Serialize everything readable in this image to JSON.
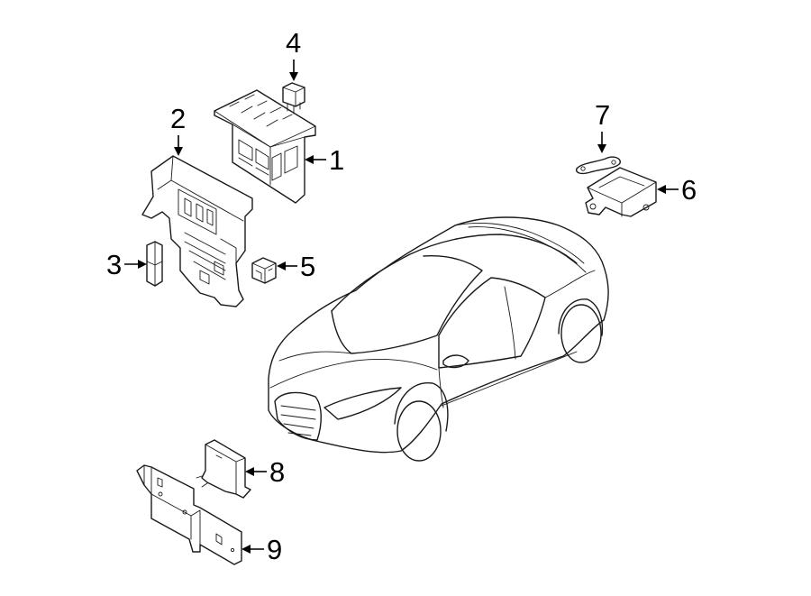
{
  "callouts": {
    "c1": "1",
    "c2": "2",
    "c3": "3",
    "c4": "4",
    "c5": "5",
    "c6": "6",
    "c7": "7",
    "c8": "8",
    "c9": "9"
  },
  "colors": {
    "line": "#1a1a1a",
    "background": "#ffffff"
  }
}
